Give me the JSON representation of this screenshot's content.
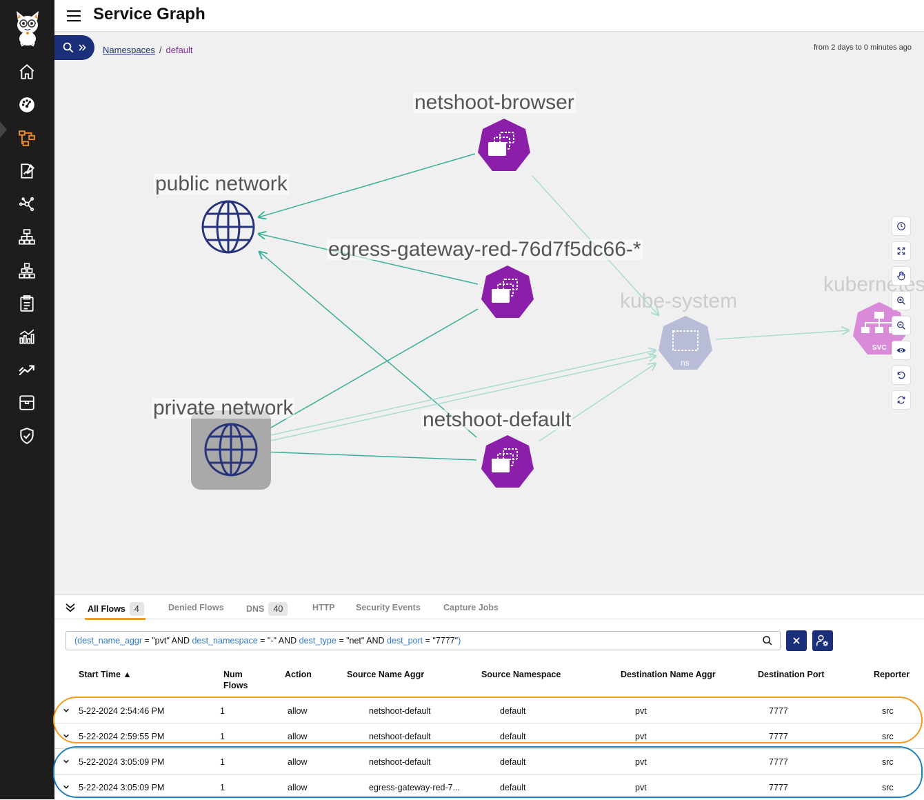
{
  "app": {
    "title": "Service Graph"
  },
  "sidebar": {
    "items": [
      "home-icon",
      "dashboard-icon",
      "service-graph-icon",
      "policy-editor-icon",
      "network-icon",
      "hierarchy-icon",
      "cluster-icon",
      "clipboard-icon",
      "bar-chart-icon",
      "trend-icon",
      "inventory-icon",
      "shield-icon"
    ],
    "active": "service-graph-icon"
  },
  "breadcrumb": {
    "root": "Namespaces",
    "separator": "/",
    "current": "default"
  },
  "time_range": "from 2 days to 0 minutes ago",
  "graph": {
    "nodes": {
      "netshoot_browser": "netshoot-browser",
      "public_network": "public network",
      "egress_gateway": "egress-gateway-red-76d7f5dc66-*",
      "private_network": "private network",
      "netshoot_default": "netshoot-default",
      "kube_system": "kube-system",
      "kube_system_badge": "ns",
      "kubernetes": "kubernetes",
      "kubernetes_badge": "SVC"
    },
    "colors": {
      "workload": "#8b1fa9",
      "network": "#27337a",
      "namespace": "#b9bcd6",
      "service": "#d98ad8",
      "edge": "#3aaf98",
      "selected_bg": "#a9a9a9"
    }
  },
  "tabs": [
    {
      "label": "All Flows",
      "count": "4"
    },
    {
      "label": "Denied Flows",
      "count": ""
    },
    {
      "label": "DNS",
      "count": "40"
    },
    {
      "label": "HTTP",
      "count": ""
    },
    {
      "label": "Security Events",
      "count": ""
    },
    {
      "label": "Capture Jobs",
      "count": ""
    }
  ],
  "filter": {
    "open": "(",
    "k1": "dest_name_aggr",
    "op1": " = ",
    "v1": "\"pvt\"",
    "and1": " AND ",
    "k2": "dest_namespace",
    "op2": " = ",
    "v2": "\"-\"",
    "and2": " AND ",
    "k3": "dest_type",
    "op3": " = ",
    "v3": "\"net\"",
    "and3": " AND ",
    "k4": "dest_port",
    "op4": " = ",
    "v4": "\"7777\"",
    "close": ")"
  },
  "table": {
    "columns": {
      "start_time": "Start Time ▲",
      "num_flows_1": "Num",
      "num_flows_2": "Flows",
      "action": "Action",
      "source_name_aggr": "Source Name Aggr",
      "source_namespace": "Source Namespace",
      "destination_name_aggr": "Destination Name Aggr",
      "destination_port": "Destination Port",
      "reporter": "Reporter"
    },
    "rows": [
      {
        "start_time": "5-22-2024 2:54:46 PM",
        "num_flows": "1",
        "action": "allow",
        "source_name_aggr": "netshoot-default",
        "source_namespace": "default",
        "destination_name_aggr": "pvt",
        "destination_port": "7777",
        "reporter": "src"
      },
      {
        "start_time": "5-22-2024 2:59:55 PM",
        "num_flows": "1",
        "action": "allow",
        "source_name_aggr": "netshoot-default",
        "source_namespace": "default",
        "destination_name_aggr": "pvt",
        "destination_port": "7777",
        "reporter": "src"
      },
      {
        "start_time": "5-22-2024 3:05:09 PM",
        "num_flows": "1",
        "action": "allow",
        "source_name_aggr": "netshoot-default",
        "source_namespace": "default",
        "destination_name_aggr": "pvt",
        "destination_port": "7777",
        "reporter": "src"
      },
      {
        "start_time": "5-22-2024 3:05:09 PM",
        "num_flows": "1",
        "action": "allow",
        "source_name_aggr": "egress-gateway-red-7...",
        "source_namespace": "default",
        "destination_name_aggr": "pvt",
        "destination_port": "7777",
        "reporter": "src"
      }
    ]
  },
  "highlights": {
    "group1_color": "#f29a1f",
    "group2_color": "#1f7fb8"
  }
}
